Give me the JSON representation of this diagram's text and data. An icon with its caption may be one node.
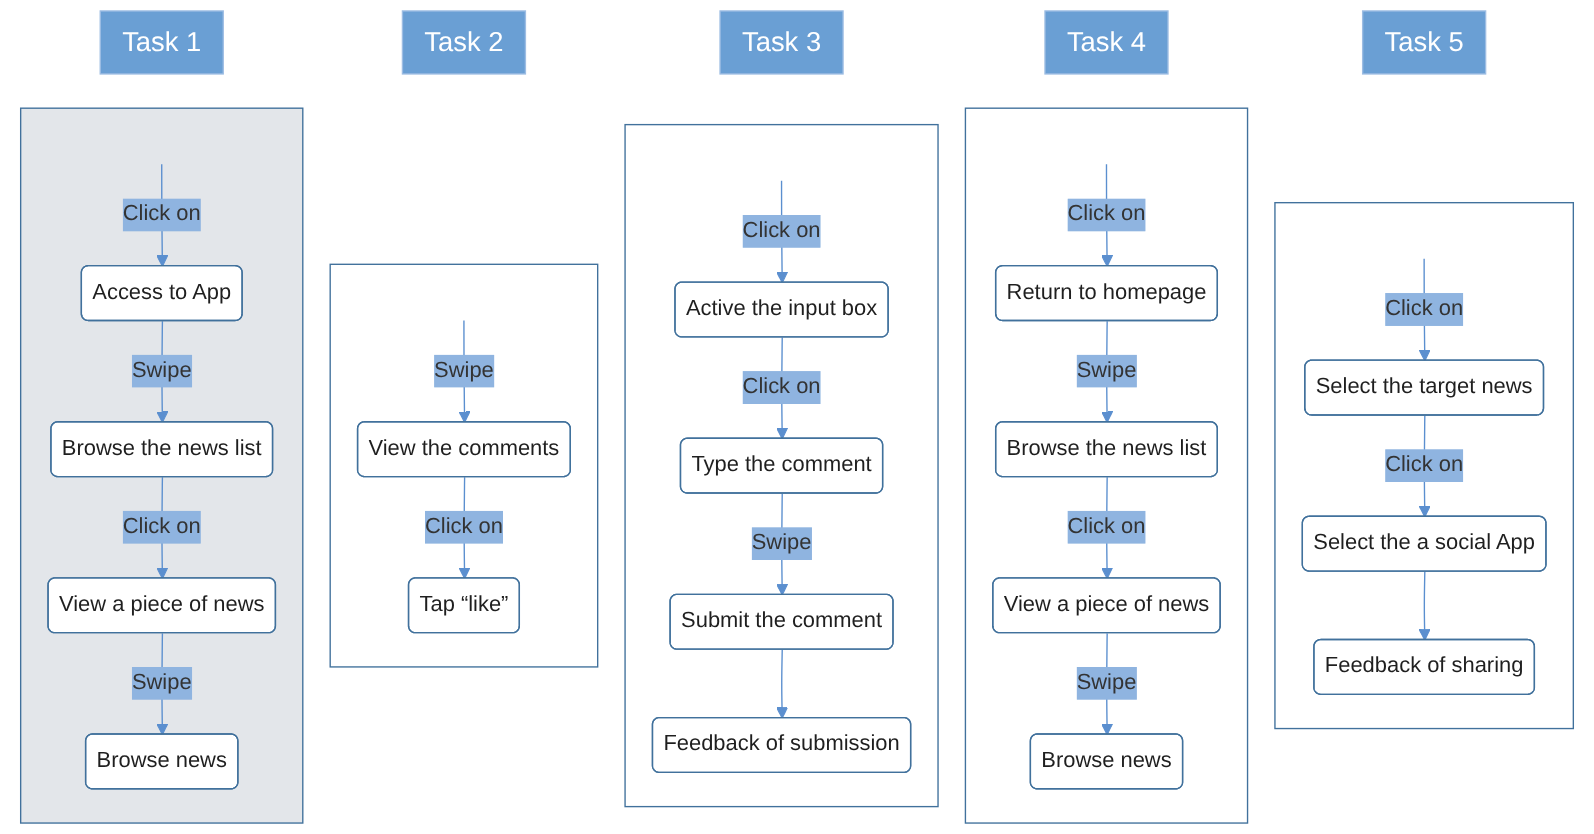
{
  "diagram": {
    "nodes": [
      {
        "text": [
          "Task 1"
        ]
      },
      {
        "text": [
          "Task 2"
        ]
      },
      {
        "text": [
          "Task 3"
        ]
      },
      {
        "text": [
          "Task 4"
        ]
      },
      {
        "text": [
          "Task 5"
        ]
      },
      {
        "text": [],
        "shape": "box"
      },
      {
        "text": [
          "Access to App"
        ],
        "in": 5
      },
      {
        "text": [
          "Browse the news list"
        ],
        "in": 5
      },
      {
        "text": [
          "View a piece of news"
        ],
        "in": 5
      },
      {
        "text": [
          "Browse news"
        ],
        "in": 5
      },
      {
        "text": [],
        "shape": "box"
      },
      {
        "text": [
          "View the comments"
        ],
        "in": 10
      },
      {
        "text": [
          "Tap “like”"
        ],
        "in": 10
      },
      {
        "text": [],
        "shape": "box"
      },
      {
        "text": [
          "Active the input box"
        ],
        "in": 13
      },
      {
        "text": [
          "Type the comment"
        ],
        "in": 13
      },
      {
        "text": [
          "Submit the comment"
        ],
        "in": 13
      },
      {
        "text": [
          "Feedback of submission"
        ],
        "in": 13
      },
      {
        "text": [],
        "shape": "box"
      },
      {
        "text": [
          "Return to homepage"
        ],
        "in": 18
      },
      {
        "text": [
          "Browse the news list"
        ],
        "in": 18
      },
      {
        "text": [
          "View a piece of news"
        ],
        "in": 18
      },
      {
        "text": [
          "Browse news"
        ],
        "in": 18
      },
      {
        "text": [],
        "shape": "box"
      },
      {
        "text": [
          "Select the target news"
        ],
        "in": 23
      },
      {
        "text": [
          "Select the a social App"
        ],
        "in": 23
      },
      {
        "text": [
          "Feedback of sharing"
        ],
        "in": 23
      }
    ],
    "edges": [
      {
        "from": null,
        "to": 6,
        "arrow": "to",
        "label": "Click on"
      },
      {
        "from": 6,
        "to": 7,
        "arrow": "to",
        "label": "Swipe"
      },
      {
        "from": 7,
        "to": 8,
        "arrow": "to",
        "label": "Click on"
      },
      {
        "from": 8,
        "to": 9,
        "arrow": "to",
        "label": "Swipe"
      },
      {
        "from": null,
        "to": 11,
        "arrow": "to",
        "label": "Swipe"
      },
      {
        "from": 11,
        "to": 12,
        "arrow": "to",
        "label": "Click on"
      },
      {
        "from": null,
        "to": 14,
        "arrow": "to",
        "label": "Click on"
      },
      {
        "from": 14,
        "to": 15,
        "arrow": "to",
        "label": "Click on"
      },
      {
        "from": 15,
        "to": 16,
        "arrow": "to",
        "label": "Swipe"
      },
      {
        "from": 16,
        "to": 17,
        "arrow": "to"
      },
      {
        "from": null,
        "to": 19,
        "arrow": "to",
        "label": "Click on"
      },
      {
        "from": 19,
        "to": 20,
        "arrow": "to",
        "label": "Swipe"
      },
      {
        "from": 20,
        "to": 21,
        "arrow": "to",
        "label": "Click on"
      },
      {
        "from": 21,
        "to": 22,
        "arrow": "to",
        "label": "Swipe"
      },
      {
        "from": null,
        "to": 24,
        "arrow": "to",
        "label": "Click on"
      },
      {
        "from": 24,
        "to": 25,
        "arrow": "to",
        "label": "Click on"
      },
      {
        "from": 25,
        "to": 26,
        "arrow": "to"
      }
    ]
  }
}
